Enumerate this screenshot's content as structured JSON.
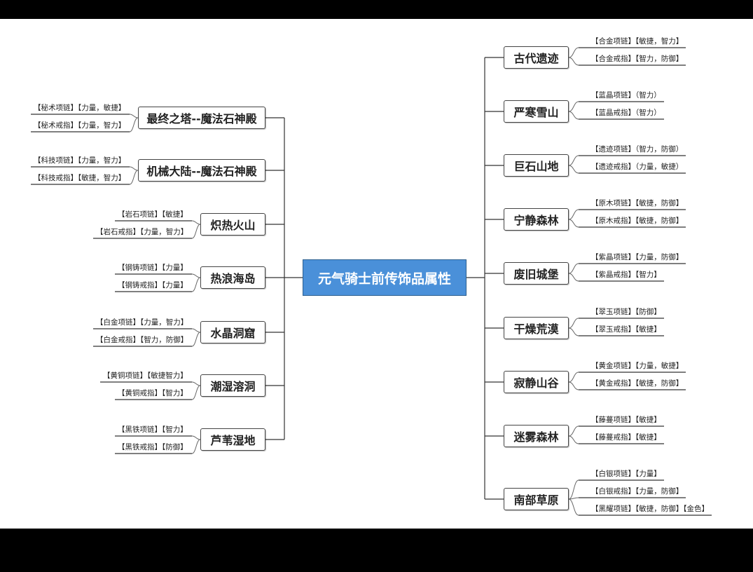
{
  "title": "元气骑士前传饰品属性",
  "left": [
    {
      "name": "最终之塔--魔法石神殿",
      "items": [
        "【秘术项链】【力量，敏捷】",
        "【秘术戒指】【力量，智力】"
      ]
    },
    {
      "name": "机械大陆--魔法石神殿",
      "items": [
        "【科技项链】【力量，智力】",
        "【科技戒指】【敏捷，智力】"
      ]
    },
    {
      "name": "炽热火山",
      "items": [
        "【岩石项链】【敏捷】",
        "【岩石戒指】【力量，智力】"
      ]
    },
    {
      "name": "热浪海岛",
      "items": [
        "【钢铸项链】【力量】",
        "【钢铸戒指】【力量】"
      ]
    },
    {
      "name": "水晶洞窟",
      "items": [
        "【白金项链】【力量，智力】",
        "【白金戒指】【智力，防御】"
      ]
    },
    {
      "name": "潮湿溶洞",
      "items": [
        "【黄铜项链】【敏捷智力】",
        "【黄铜戒指】【智力】"
      ]
    },
    {
      "name": "芦苇湿地",
      "items": [
        "【黑铁项链】【智力】",
        "【黑铁戒指】【防御】"
      ]
    }
  ],
  "right": [
    {
      "name": "古代遗迹",
      "items": [
        "【合金项链】【敏捷，智力】",
        "【合金戒指】【智力，防御】"
      ]
    },
    {
      "name": "严寒雪山",
      "items": [
        "【蓝晶项链】（智力）",
        "【蓝晶戒指】（智力）"
      ]
    },
    {
      "name": "巨石山地",
      "items": [
        "【遗迹项链】（智力，防御）",
        "【遗迹戒指】（力量，敏捷）"
      ]
    },
    {
      "name": "宁静森林",
      "items": [
        "【原木项链】【敏捷，防御】",
        "【原木戒指】【敏捷，防御】"
      ]
    },
    {
      "name": "废旧城堡",
      "items": [
        "【紫晶项链】【力量，防御】",
        "【紫晶戒指】【智力】"
      ]
    },
    {
      "name": "干燥荒漠",
      "items": [
        "【翠玉项链】【防御】",
        "【翠玉戒指】【敏捷】"
      ]
    },
    {
      "name": "寂静山谷",
      "items": [
        "【黄金项链】【力量，敏捷】",
        "【黄金戒指】【敏捷，防御】"
      ]
    },
    {
      "name": "迷雾森林",
      "items": [
        "【藤蔓项链】【敏捷】",
        "【藤蔓戒指】【敏捷】"
      ]
    },
    {
      "name": "南部草原",
      "items": [
        "【白银项链】【力量】",
        "【白银戒指】【力量，防御】",
        "【黑耀项链】【敏捷，防御】【金色】"
      ]
    }
  ]
}
